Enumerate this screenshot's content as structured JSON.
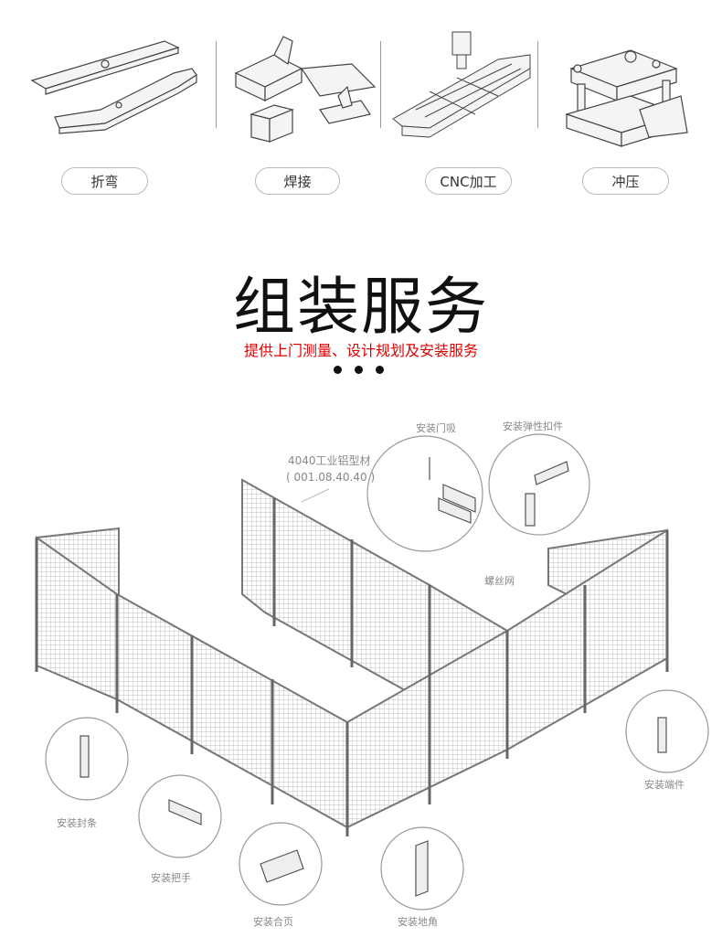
{
  "services": [
    {
      "label": "折弯",
      "icon": "bent-metal-icon"
    },
    {
      "label": "焊接",
      "icon": "welded-parts-icon"
    },
    {
      "label": "CNC加工",
      "icon": "cnc-machining-icon"
    },
    {
      "label": "冲压",
      "icon": "stamping-die-icon"
    }
  ],
  "section": {
    "title": "组装服务",
    "subtitle": "提供上门测量、设计规划及安装服务"
  },
  "diagram": {
    "profile_label": "4040工业铝型材",
    "profile_code": "( 001.08.40.40 )",
    "door_stop": "安装门吸",
    "elastic_clip": "安装弹性扣件",
    "mesh": "螺丝网",
    "end_piece": "安装端件",
    "seal_strip": "安装封条",
    "handle": "安装把手",
    "hinge": "安装合页",
    "foot": "安装地角"
  }
}
